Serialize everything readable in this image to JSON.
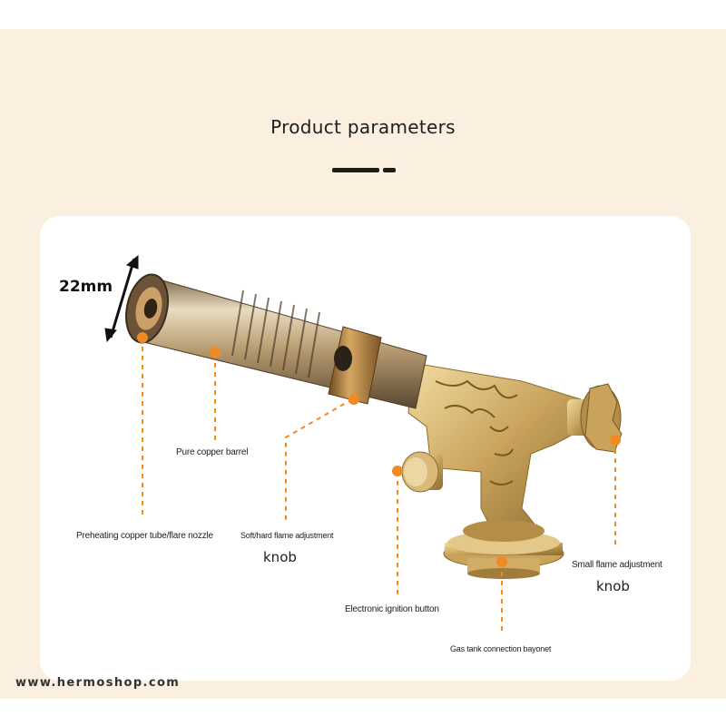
{
  "title": "Product parameters",
  "dimension": "22mm",
  "labels": {
    "pure_copper_barrel": "Pure copper barrel",
    "preheating_tube": "Preheating copper tube/flare nozzle",
    "soft_hard_flame": "Soft/hard flame adjustment",
    "knob_left": "knob",
    "small_flame": "Small flame adjustment",
    "knob_right": "knob",
    "ignition_button": "Electronic ignition button",
    "gas_bayonet": "Gas tank connection bayonet"
  },
  "footer": "www.hermoshop.com",
  "colors": {
    "background": "#fbf0df",
    "card": "#ffffff",
    "accent_orange": "#f08a24",
    "brass": "#c9a35c"
  }
}
